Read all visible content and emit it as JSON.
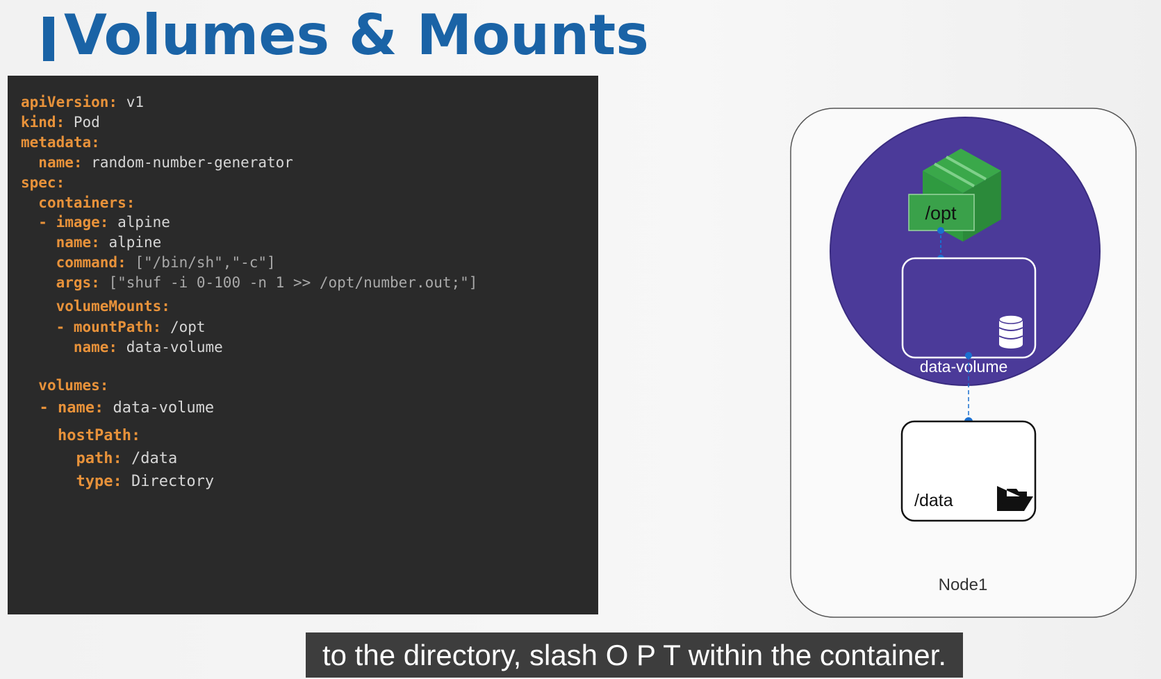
{
  "title": "Volumes & Mounts",
  "code": {
    "lines": [
      {
        "indent": "",
        "key": "apiVersion:",
        "value": " v1"
      },
      {
        "indent": "",
        "key": "kind:",
        "value": " Pod"
      },
      {
        "indent": "",
        "key": "metadata:",
        "value": ""
      },
      {
        "indent": "  ",
        "key": "name:",
        "value": " random-number-generator"
      },
      {
        "indent": "",
        "key": "spec:",
        "value": ""
      },
      {
        "indent": "  ",
        "key": "containers:",
        "value": ""
      },
      {
        "indent": "  - ",
        "key": "image:",
        "value": " alpine"
      },
      {
        "indent": "    ",
        "key": "name:",
        "value": " alpine"
      },
      {
        "indent": "    ",
        "key": "command:",
        "value": " [\"/bin/sh\",\"-c\"]"
      },
      {
        "indent": "    ",
        "key": "args:",
        "value": " [\"shuf -i 0-100 -n 1 >> /opt/number.out;\"]"
      },
      {
        "indent": "    ",
        "key": "volumeMounts:",
        "value": ""
      },
      {
        "indent": "    - ",
        "key": "mountPath:",
        "value": " /opt"
      },
      {
        "indent": "      ",
        "key": "name:",
        "value": " data-volume"
      },
      {
        "indent": "  ",
        "key": "volumes:",
        "value": ""
      },
      {
        "indent": "  - ",
        "key": "name:",
        "value": " data-volume"
      },
      {
        "indent": "    ",
        "key": "hostPath:",
        "value": ""
      },
      {
        "indent": "      ",
        "key": "path:",
        "value": " /data"
      },
      {
        "indent": "      ",
        "key": "type:",
        "value": " Directory"
      }
    ]
  },
  "diagram": {
    "mount_label": "/opt",
    "volume_label": "data-volume",
    "host_dir_label": "/data",
    "node_label": "Node1",
    "pod_color": "#4b3a99",
    "container_color": "#3aa14a",
    "connector_color": "#1a6fd0",
    "icons": [
      "container-cube-icon",
      "database-icon",
      "folder-open-icon"
    ]
  },
  "subtitle": "to the directory, slash O P T within the container."
}
